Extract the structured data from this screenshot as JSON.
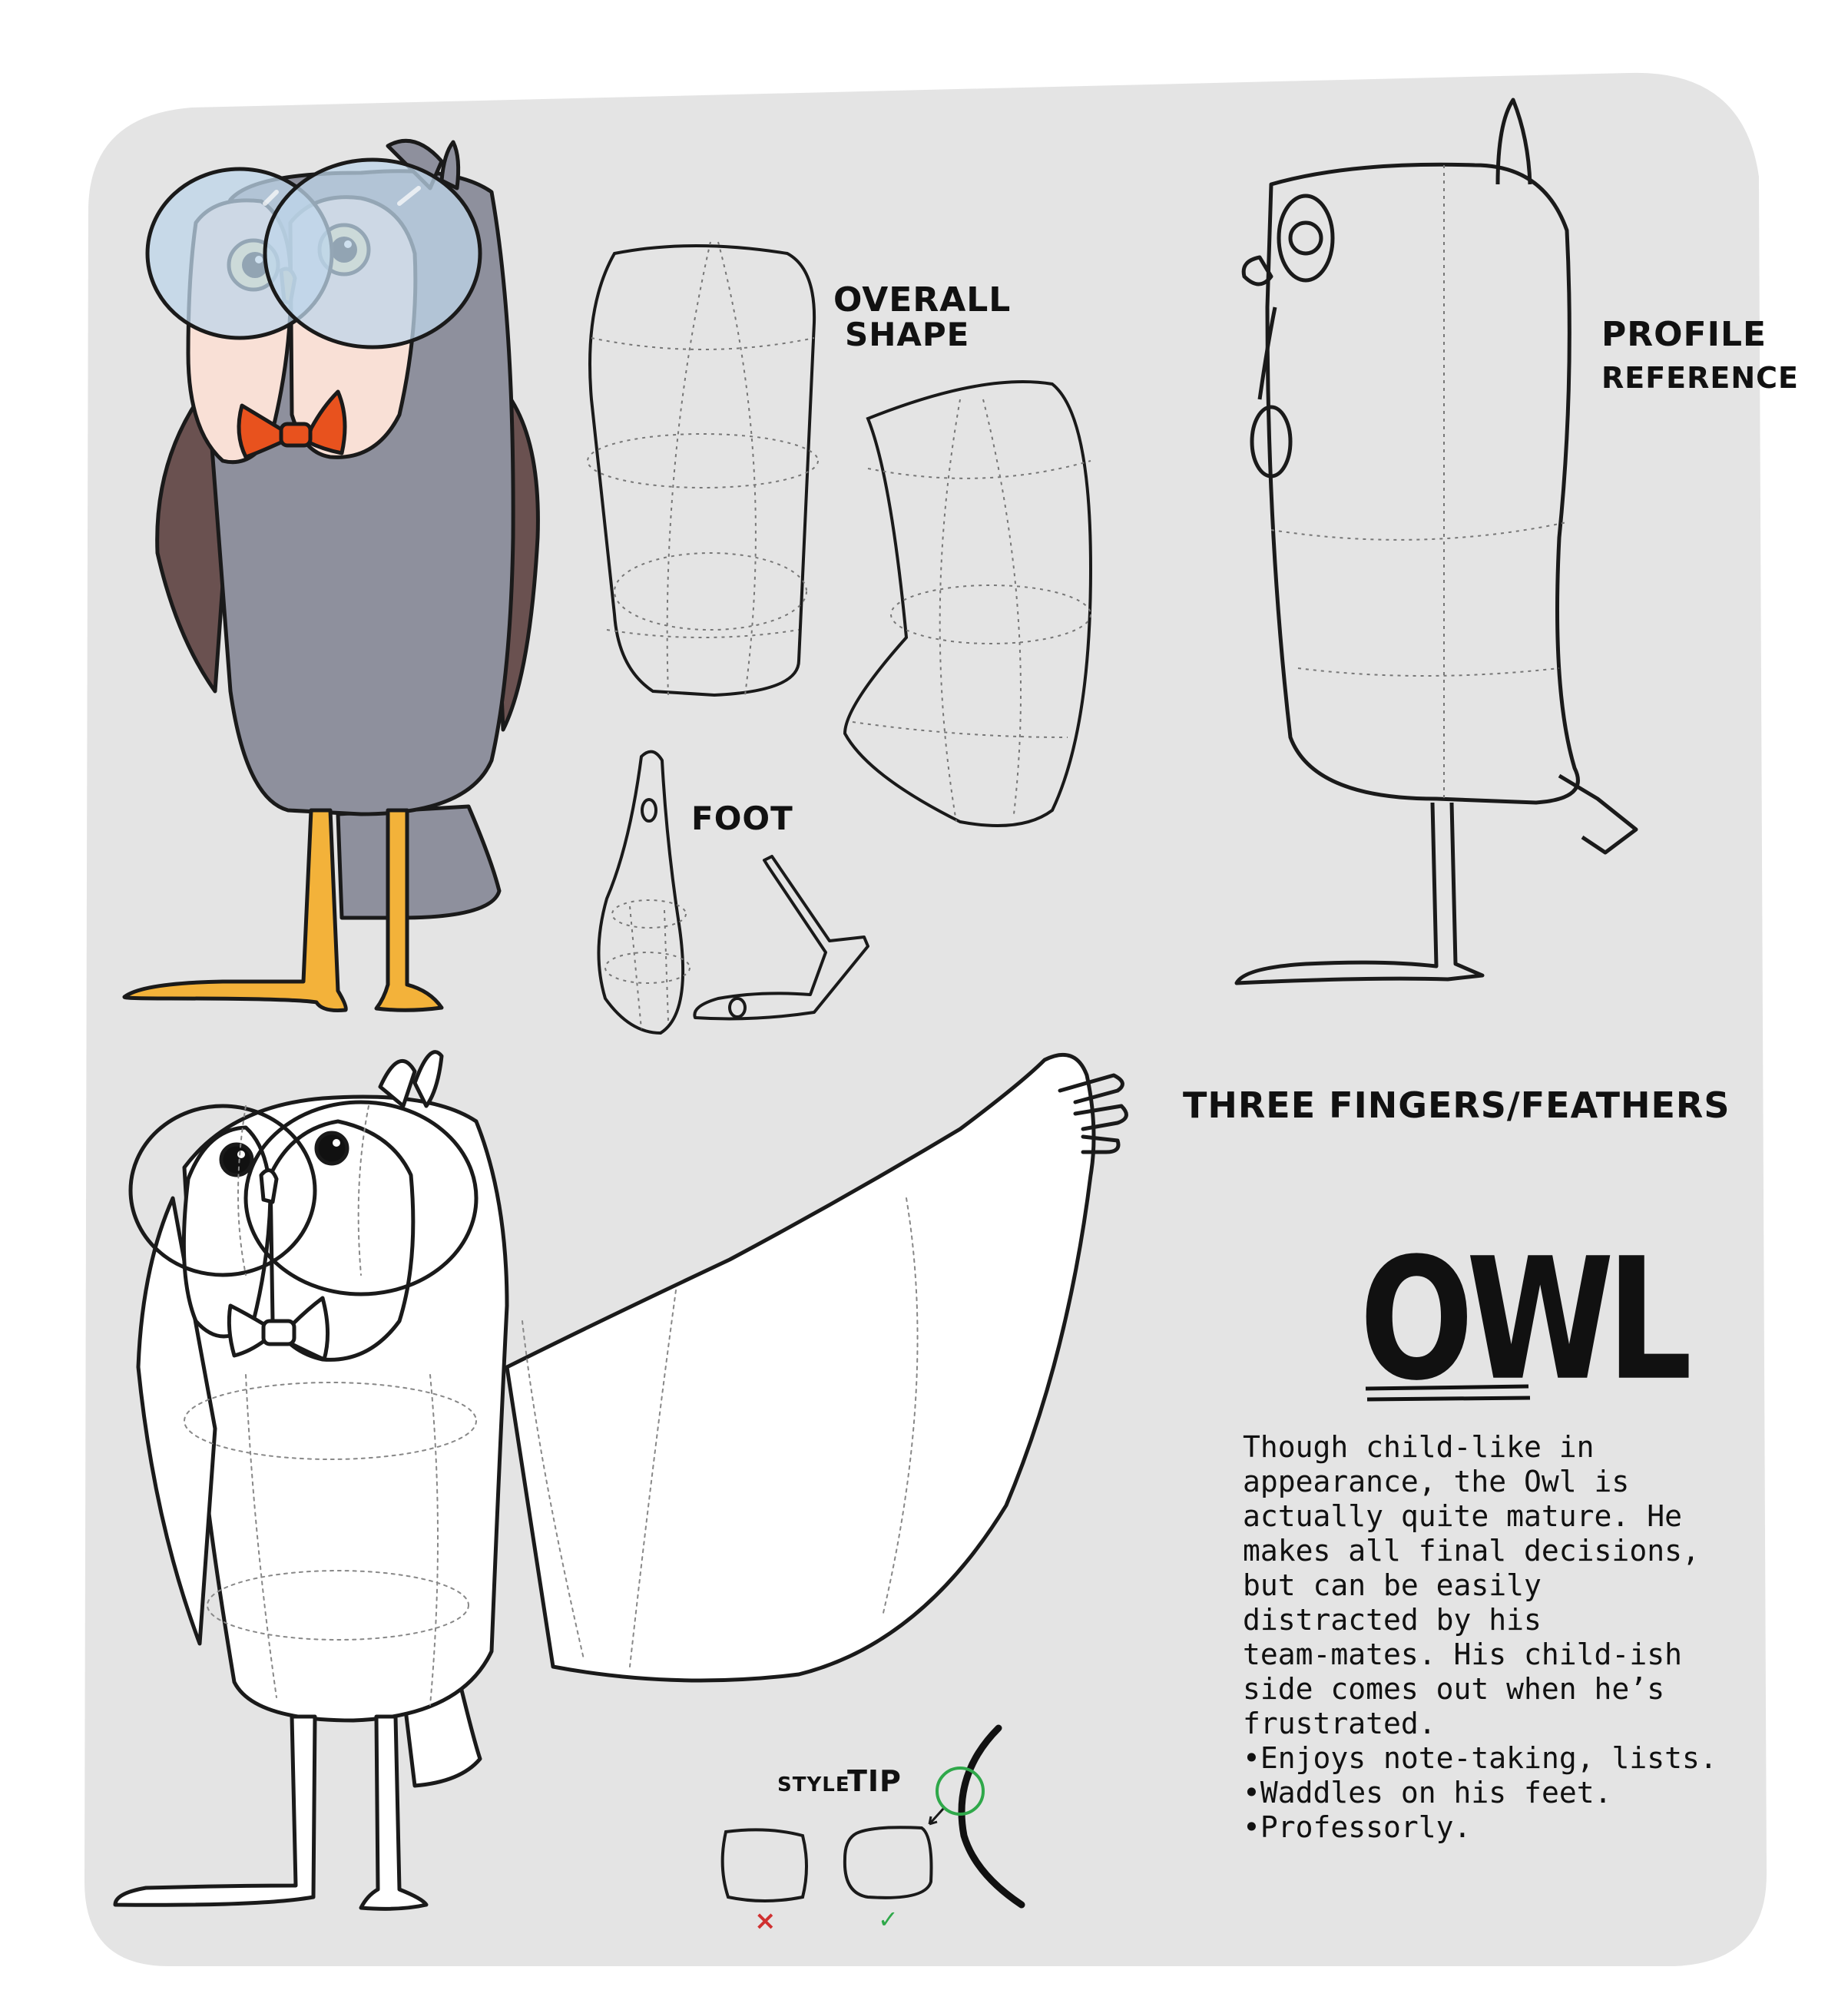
{
  "labels": {
    "overall_shape_line1": "OVERALL",
    "overall_shape_line2": "SHAPE",
    "profile_line1": "PROFILE",
    "profile_line2": "REFERENCE",
    "foot": "FOOT",
    "fingers": "THREE FINGERS/FEATHERS",
    "title": "OWL",
    "style": "STYLE",
    "tip": "TIP"
  },
  "description": "Though child-like in\nappearance, the Owl is\nactually quite mature. He\nmakes all final decisions,\nbut can be easily\ndistracted by his\nteam-mates. His child-ish\nside comes out when he’s\nfrustrated.",
  "traits": [
    "Enjoys note-taking, lists.",
    "Waddles on his feet.",
    "Professorly."
  ],
  "style_tip": {
    "wrong_mark": "×",
    "right_mark": "✓"
  },
  "colors": {
    "background_panel": "#e4e4e4",
    "owl_body": "#8e909d",
    "owl_wing": "#6a5150",
    "owl_face": "#f9e0d6",
    "bow_tie": "#e8521e",
    "legs": "#f3b23a",
    "glasses": "#bdd6ea",
    "wrong": "#d03030",
    "right": "#2fa84a"
  }
}
